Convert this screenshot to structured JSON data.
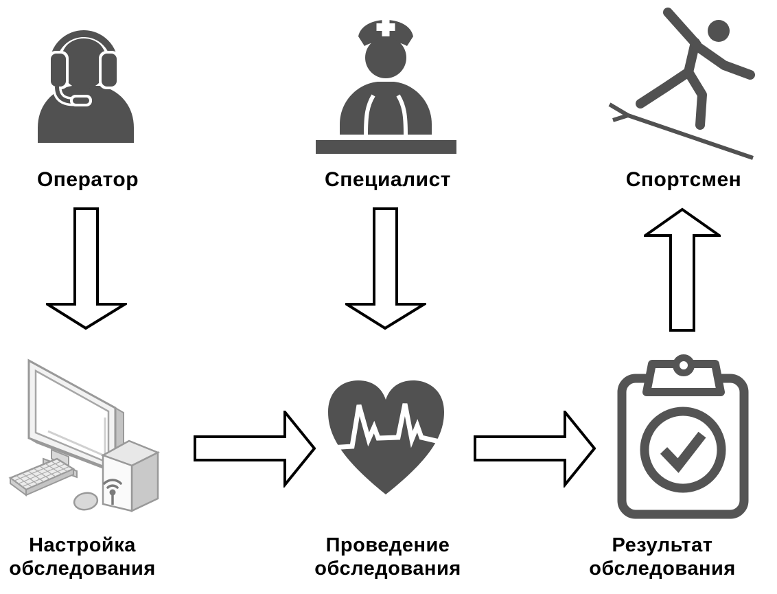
{
  "diagram": {
    "title_implicit": "Examination workflow",
    "colors": {
      "background": "#ffffff",
      "solid_icon": "#515151",
      "outline_icon": "#545454",
      "arrow_fill": "#ffffff",
      "arrow_stroke": "#000000",
      "text": "#000000",
      "computer_light_gray": "#d9d9d9",
      "computer_outline_gray": "#999999"
    },
    "columns": [
      {
        "actor": "Оператор",
        "actor_icon": "operator-headset-icon",
        "flow_arrow": "down",
        "step_icon": "computer-workstation-icon",
        "step": "Настройка обследования",
        "step_line1": "Настройка",
        "step_line2": "обследования"
      },
      {
        "actor": "Специалист",
        "actor_icon": "nurse-specialist-icon",
        "flow_arrow": "down",
        "step_icon": "heartbeat-icon",
        "step": "Проведение обследования",
        "step_line1": "Проведение",
        "step_line2": "обследования"
      },
      {
        "actor": "Спортсмен",
        "actor_icon": "athlete-surfer-icon",
        "flow_arrow": "up",
        "step_icon": "clipboard-check-icon",
        "step": "Результат обследования",
        "step_line1": "Результат",
        "step_line2": "обследования"
      }
    ],
    "process_arrows": [
      {
        "from": "Настройка обследования",
        "to": "Проведение обследования",
        "direction": "right"
      },
      {
        "from": "Проведение обследования",
        "to": "Результат обследования",
        "direction": "right"
      }
    ]
  }
}
